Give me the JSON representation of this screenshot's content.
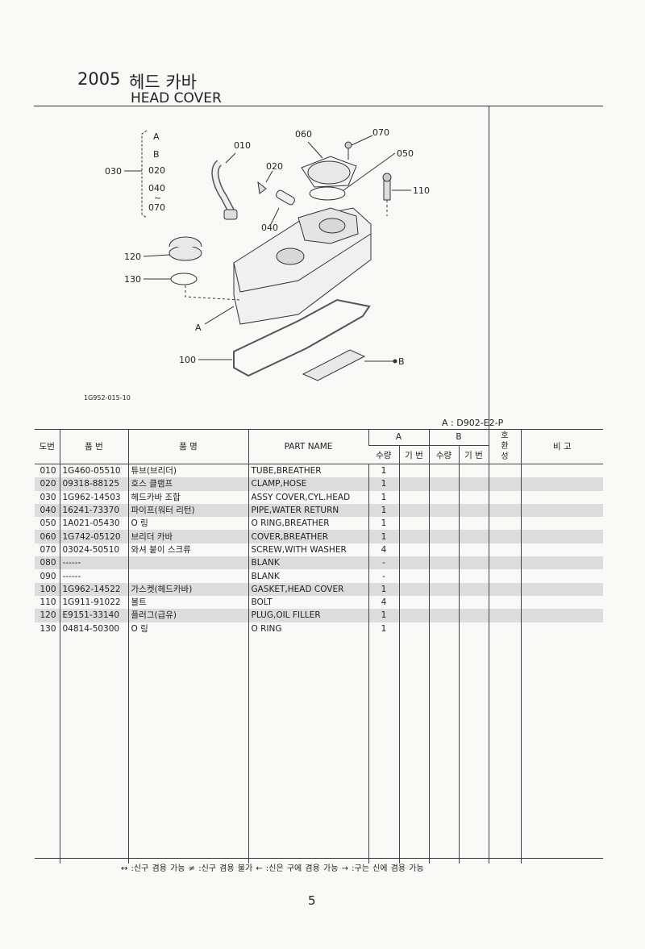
{
  "header": {
    "section_number": "2005",
    "title_kr": "헤드 카바",
    "title_en": "HEAD COVER"
  },
  "figure": {
    "callouts": {
      "c030_group": [
        "A",
        "B",
        "020",
        "040",
        "~",
        "070"
      ],
      "c030": "030",
      "c010": "010",
      "c020": "020",
      "c040": "040",
      "c060": "060",
      "c070": "070",
      "c050": "050",
      "c110": "110",
      "c120": "120",
      "c130": "130",
      "cA": "A",
      "c100": "100",
      "cB": "B"
    },
    "figure_code": "1G952-015-10"
  },
  "model_note": "A : D902-E2-P",
  "table": {
    "headers": {
      "ref": "도번",
      "part_no": "품 번",
      "name_kr": "품 명",
      "part_name": "PART NAME",
      "group_a": "A",
      "group_b": "B",
      "qty": "수량",
      "machine_no": "기 번",
      "interchange": "호환성",
      "remarks": "비 고"
    },
    "rows": [
      {
        "ref": "010",
        "part_no": "1G460-05510",
        "name_kr": "튜브(브리더)",
        "part_name": "TUBE,BREATHER",
        "qty": "1"
      },
      {
        "ref": "020",
        "part_no": "09318-88125",
        "name_kr": "호스 클램프",
        "part_name": "CLAMP,HOSE",
        "qty": "1"
      },
      {
        "ref": "030",
        "part_no": "1G962-14503",
        "name_kr": "헤드카바 조합",
        "part_name": "ASSY COVER,CYL.HEAD",
        "qty": "1"
      },
      {
        "ref": "040",
        "part_no": "16241-73370",
        "name_kr": "파이프(워터 리턴)",
        "part_name": "PIPE,WATER RETURN",
        "qty": "1"
      },
      {
        "ref": "050",
        "part_no": "1A021-05430",
        "name_kr": "O 링",
        "part_name": "O RING,BREATHER",
        "qty": "1"
      },
      {
        "ref": "060",
        "part_no": "1G742-05120",
        "name_kr": "브리더 카바",
        "part_name": "COVER,BREATHER",
        "qty": "1"
      },
      {
        "ref": "070",
        "part_no": "03024-50510",
        "name_kr": "와셔 붙이 스크류",
        "part_name": "SCREW,WITH WASHER",
        "qty": "4"
      },
      {
        "ref": "080",
        "part_no": "------",
        "name_kr": "",
        "part_name": "BLANK",
        "qty": "-"
      },
      {
        "ref": "090",
        "part_no": "------",
        "name_kr": "",
        "part_name": "BLANK",
        "qty": "-"
      },
      {
        "ref": "100",
        "part_no": "1G962-14522",
        "name_kr": "가스켓(헤드카바)",
        "part_name": "GASKET,HEAD COVER",
        "qty": "1"
      },
      {
        "ref": "110",
        "part_no": "1G911-91022",
        "name_kr": "볼트",
        "part_name": "BOLT",
        "qty": "4"
      },
      {
        "ref": "120",
        "part_no": "E9151-33140",
        "name_kr": "플러그(급유)",
        "part_name": "PLUG,OIL FILLER",
        "qty": "1"
      },
      {
        "ref": "130",
        "part_no": "04814-50300",
        "name_kr": "O 링",
        "part_name": "O RING",
        "qty": "1"
      }
    ]
  },
  "legend": "↔ :신구 겸용 가능   ≠ :신구 겸용 불가   ← :신은 구에 겸용 가능   → :구는 신에 겸용 가능",
  "page_number": "5"
}
